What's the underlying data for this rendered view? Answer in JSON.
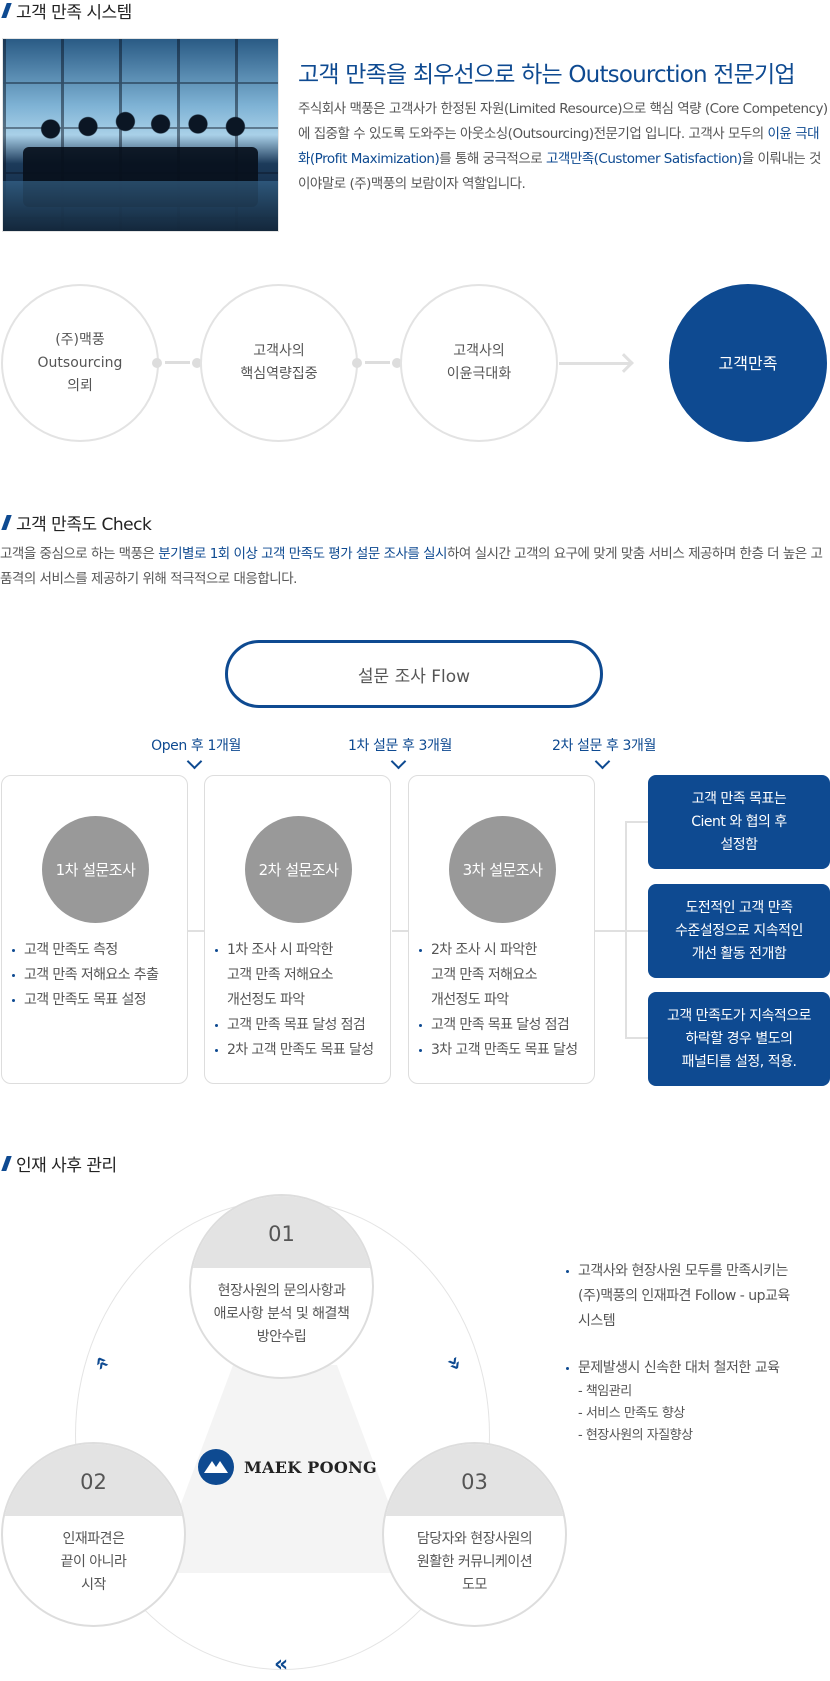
{
  "colors": {
    "accent": "#0e4a91",
    "gray_circle": "#999999",
    "light_border": "#e3e3e3"
  },
  "section1": {
    "title": "고객 만족 시스템",
    "image_alt": "business meeting silhouettes",
    "headline": "고객 만족을 최우선으로 하는 Outsourction 전문기업",
    "body": {
      "p1": "주식회사 맥풍은 고객사가 한정된 자원(Limited Resource)으로 핵심 역량 (Core Competency)에 집중할 수 있도록 도와주는 아웃소싱(Outsourcing)전문기업 입니다. 고객사 모두의 ",
      "hl1": "이윤 극대화(Profit Maximization)",
      "p2": "를 통해 궁극적으로 ",
      "hl2": "고객만족(Customer Satisfaction)",
      "p3": "을 이뤄내는 것이야말로 (주)맥풍의 보람이자 역할입니다."
    },
    "process": [
      {
        "label": "(주)맥풍\nOutsourcing\n의뢰"
      },
      {
        "label": "고객사의\n핵심역량집중"
      },
      {
        "label": "고객사의\n이윤극대화"
      },
      {
        "label": "고객만족"
      }
    ]
  },
  "section2": {
    "title": "고객 만족도 Check",
    "body": {
      "p1": "고객을 중심으로 하는 맥풍은 ",
      "hl": "분기별로 1회 이상 고객 만족도 평가 설문 조사를 실시",
      "p2": "하여 실시간 고객의 요구에 맞게 맞춤 서비스 제공하며 한층 더 높은 고품격의 서비스를 제공하기 위해 적극적으로 대응합니다."
    },
    "flow_label": "설문 조사 Flow",
    "timings": [
      "Open 후 1개월",
      "1차 설문 후 3개월",
      "2차 설문 후 3개월"
    ],
    "surveys": [
      {
        "title": "1차 설문조사",
        "items": [
          "고객 만족도 측정",
          "고객 만족 저해요소 추출",
          "고객 만족도 목표 설정"
        ]
      },
      {
        "title": "2차 설문조사",
        "items": [
          "1차 조사 시 파악한\n고객 만족 저해요소\n개선정도 파악",
          "고객 만족 목표 달성 점검",
          "2차 고객 만족도 목표 달성"
        ]
      },
      {
        "title": "3차 설문조사",
        "items": [
          "2차 조사 시 파악한\n고객 만족 저해요소\n개선정도 파악",
          "고객 만족 목표 달성 점검",
          "3차 고객 만족도 목표 달성"
        ]
      }
    ],
    "outcomes": [
      "고객 만족 목표는\nCient 와 협의 후\n설정함",
      "도전적인 고객 만족\n수준설정으로 지속적인\n개선 활동 전개함",
      "고객 만족도가 지속적으로\n하락할 경우 별도의\n패널티를 설정, 적용."
    ]
  },
  "section3": {
    "title": "인재 사후 관리",
    "cycle": [
      {
        "num": "01",
        "text": "현장사원의 문의사항과\n애로사항 분석 및 해결책\n방안수립"
      },
      {
        "num": "02",
        "text": "인재파견은\n끝이 아니라\n시작"
      },
      {
        "num": "03",
        "text": "담당자와 현장사원의\n원활한 커뮤니케이션\n도모"
      }
    ],
    "logo_text": "MAEK POONG",
    "arrows": {
      "left": "«",
      "right": "»",
      "bottom": "«"
    },
    "points": [
      {
        "text": "고객사와 현장사원 모두를 만족시키는\n(주)맥풍의 인재파견 Follow - up교육\n시스템"
      },
      {
        "text": "문제발생시 신속한 대처 철저한 교육",
        "subs": [
          "- 책임관리",
          "- 서비스 만족도 향상",
          "- 현장사원의 자질향상"
        ]
      }
    ]
  }
}
